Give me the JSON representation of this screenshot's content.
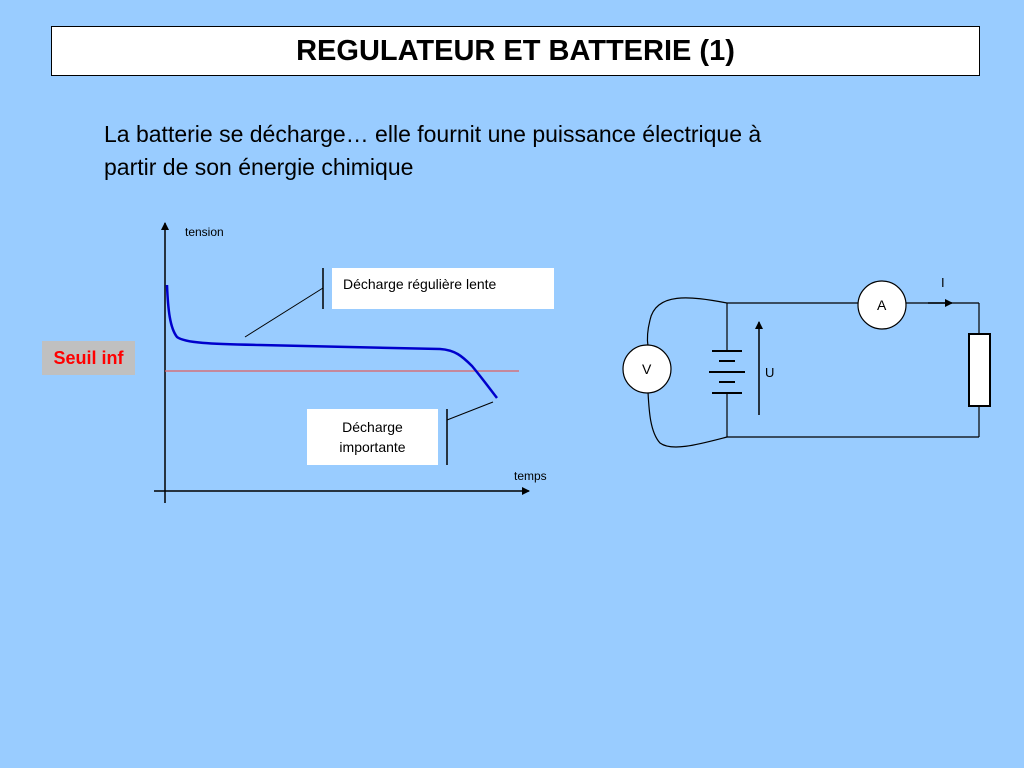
{
  "slide": {
    "title": "REGULATEUR ET BATTERIE (1)",
    "intro_lines": [
      "La batterie se décharge… elle fournit une puissance électrique à",
      "partir de son énergie chimique"
    ]
  },
  "graph": {
    "y_axis_label": "tension",
    "x_axis_label": "temps",
    "threshold_label": "Seuil inf",
    "callout_slow": "Décharge régulière lente",
    "callout_fast_lines": [
      "Décharge",
      "importante"
    ],
    "colors": {
      "curve": "#0000cc",
      "threshold": "#e06060",
      "threshold_label": "#ff0000"
    }
  },
  "circuit": {
    "voltmeter": "V",
    "ammeter": "A",
    "current_label": "I",
    "voltage_label": "U"
  }
}
